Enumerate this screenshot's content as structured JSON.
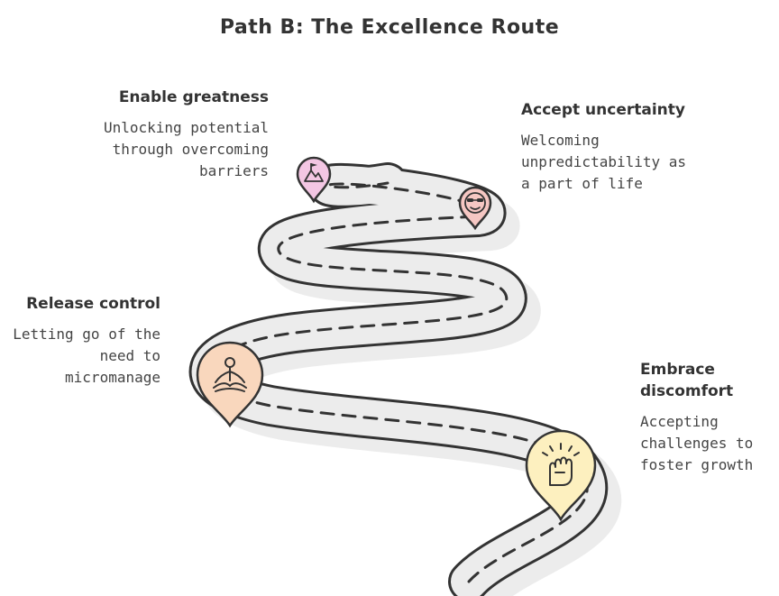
{
  "title": "Path B: The Excellence Route",
  "stages": [
    {
      "id": "enable",
      "heading": "Enable greatness",
      "description": "Unlocking potential through overcoming barriers",
      "icon": "mountain-flag-icon",
      "color": "#f3c6e3"
    },
    {
      "id": "accept",
      "heading": "Accept uncertainty",
      "description": "Welcoming unpredictability as a part of life",
      "icon": "sunglasses-face-icon",
      "color": "#f6c7c3"
    },
    {
      "id": "release",
      "heading": "Release control",
      "description": "Letting go of the need to micromanage",
      "icon": "meditation-person-icon",
      "color": "#f9d7bd"
    },
    {
      "id": "embrace",
      "heading": "Embrace discomfort",
      "description": "Accepting challenges to foster growth",
      "icon": "raised-fist-icon",
      "color": "#fdf0bf"
    }
  ],
  "colors": {
    "road_fill": "#ececec",
    "road_edge": "#333333",
    "road_dash": "#333333",
    "road_shadow": "#dedede"
  }
}
